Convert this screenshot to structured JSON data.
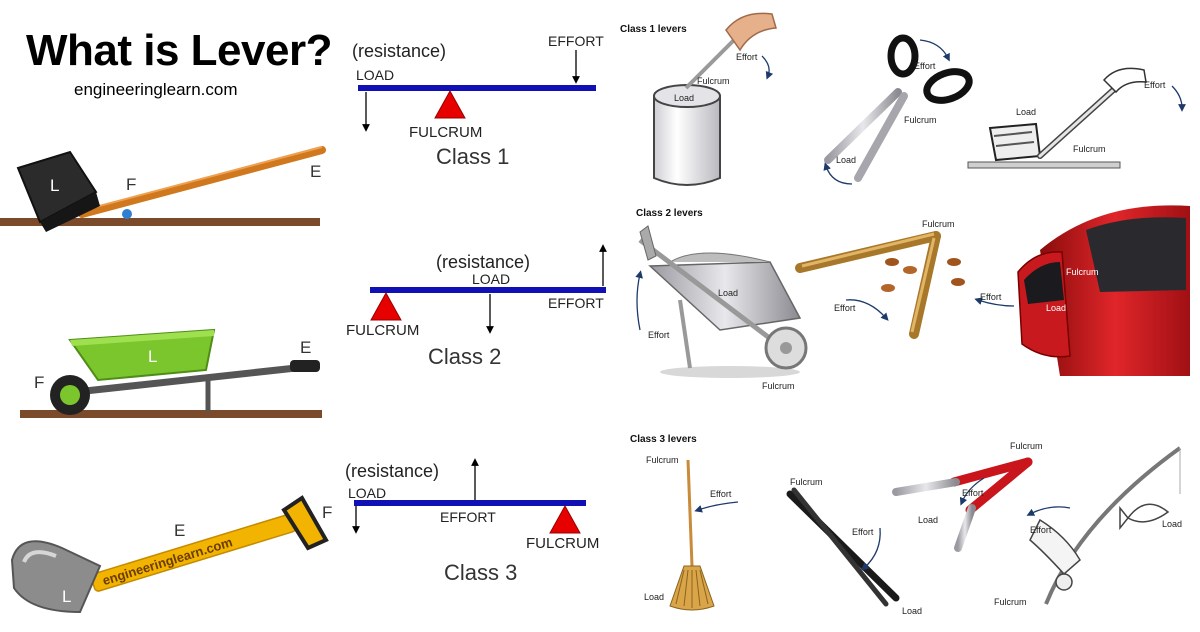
{
  "header": {
    "title": "What is Lever?",
    "site": "engineeringlearn.com"
  },
  "pictures": {
    "stone_lever": {
      "load": "L",
      "fulcrum": "F",
      "effort": "E"
    },
    "wheelbarrow": {
      "load": "L",
      "fulcrum": "F",
      "effort": "E"
    },
    "shovel": {
      "load": "L",
      "effort": "E",
      "fulcrum": "F",
      "handle_text": "engineeringlearn.com"
    }
  },
  "class1": {
    "resistance": "(resistance)",
    "load": "LOAD",
    "effort": "EFFORT",
    "fulcrum": "FULCRUM",
    "name": "Class 1"
  },
  "class2": {
    "resistance": "(resistance)",
    "load": "LOAD",
    "effort": "EFFORT",
    "fulcrum": "FULCRUM",
    "name": "Class 2"
  },
  "class3": {
    "resistance": "(resistance)",
    "load": "LOAD",
    "effort": "EFFORT",
    "fulcrum": "FULCRUM",
    "name": "Class 3"
  },
  "examples": {
    "class1": {
      "heading": "Class 1 levers",
      "paint_can": {
        "effort": "Effort",
        "fulcrum": "Fulcrum",
        "load": "Load"
      },
      "scissors": {
        "effort": "Effort",
        "fulcrum": "Fulcrum",
        "load": "Load"
      },
      "crowbar": {
        "effort": "Effort",
        "load": "Load",
        "fulcrum": "Fulcrum"
      }
    },
    "class2": {
      "heading": "Class 2 levers",
      "wheelbarrow": {
        "load": "Load",
        "effort": "Effort",
        "fulcrum": "Fulcrum"
      },
      "nutcracker": {
        "fulcrum": "Fulcrum",
        "effort": "Effort"
      },
      "car_door": {
        "fulcrum": "Fulcrum",
        "effort": "Effort",
        "load": "Load"
      }
    },
    "class3": {
      "heading": "Class 3 levers",
      "broom": {
        "fulcrum": "Fulcrum",
        "effort": "Effort",
        "load": "Load"
      },
      "tweezers": {
        "fulcrum": "Fulcrum",
        "effort": "Effort",
        "load": "Load"
      },
      "tongs": {
        "fulcrum": "Fulcrum",
        "effort": "Effort",
        "load": "Load"
      },
      "fishing_rod": {
        "effort": "Effort",
        "load": "Load",
        "fulcrum": "Fulcrum"
      }
    }
  },
  "colors": {
    "beam": "#1010b4",
    "fulcrum": "#e60000",
    "arrow": "#1d3a6b",
    "lever_wood": "#d0781e",
    "barrow": "#7bc62d",
    "handle": "#f2b400"
  }
}
